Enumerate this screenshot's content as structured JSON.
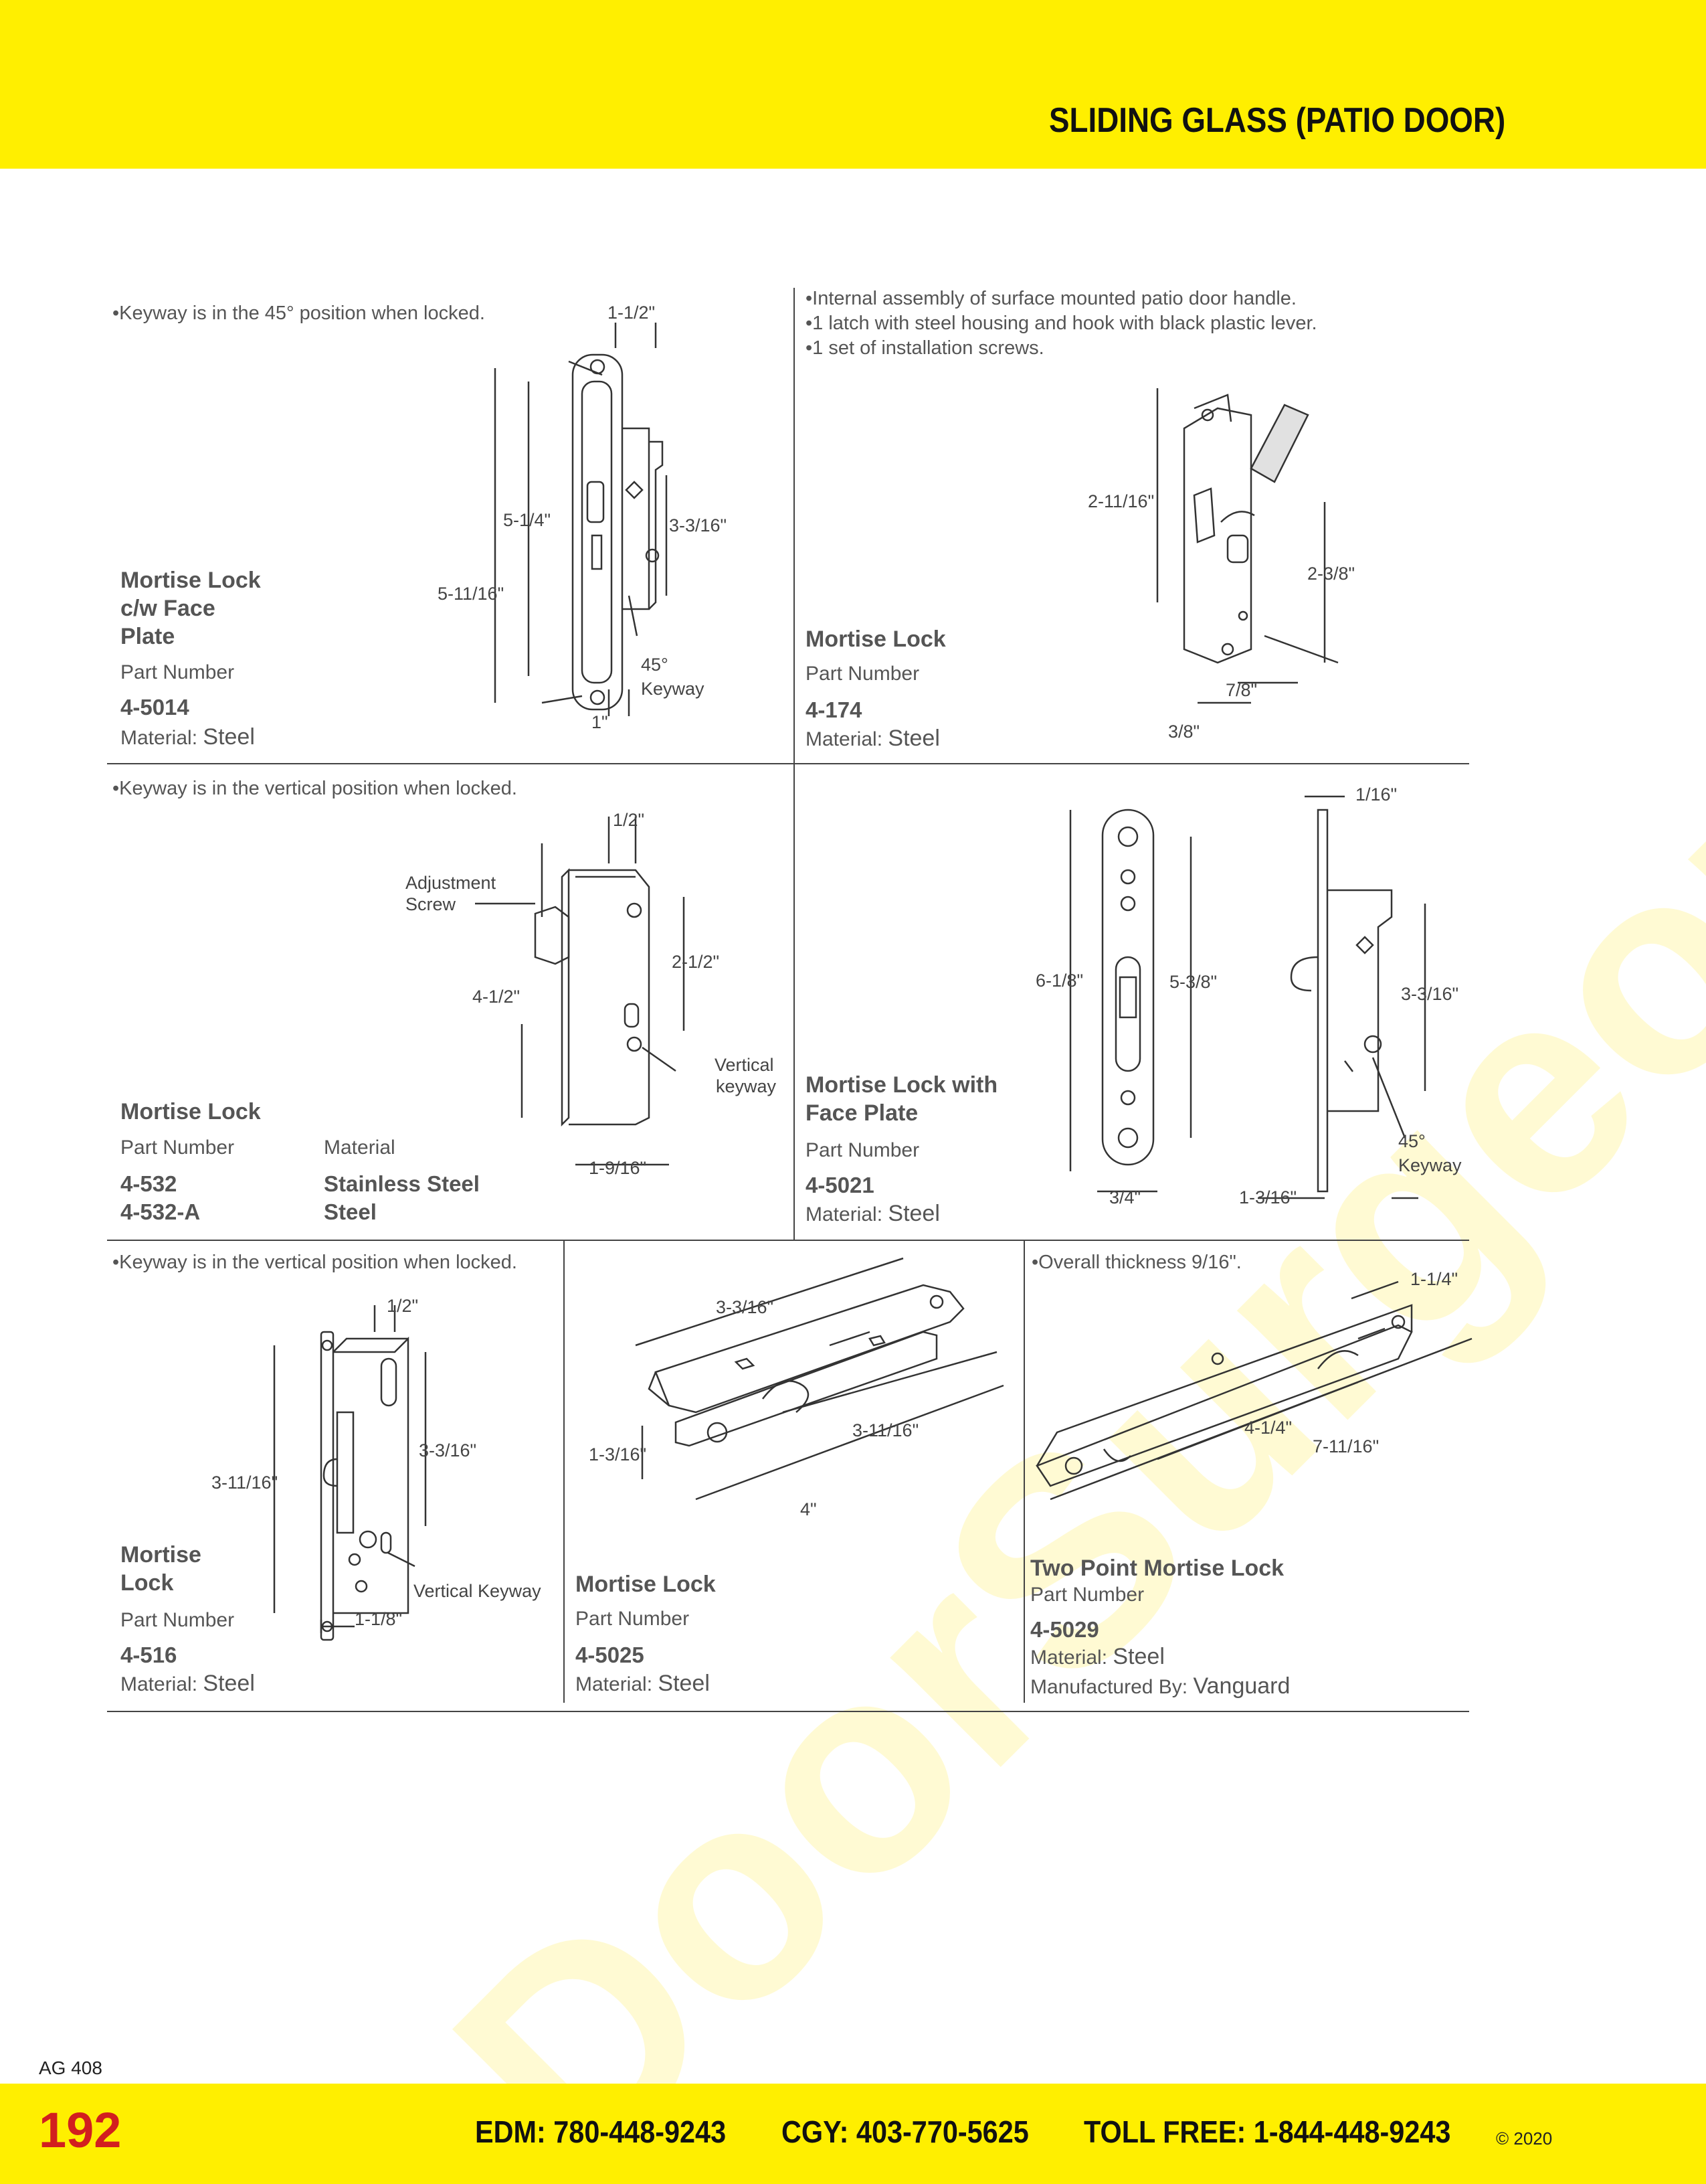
{
  "header": {
    "title": "SLIDING GLASS (PATIO DOOR)"
  },
  "watermark": "DoorSurgeon.com",
  "products": [
    {
      "note": "•Keyway is in the 45° position when locked.",
      "title_lines": [
        "Mortise Lock",
        "c/w Face",
        "Plate"
      ],
      "part_label": "Part Number",
      "part_number": "4-5014",
      "material_label": "Material:",
      "material": "Steel",
      "dims": [
        "1-1/2\"",
        "5-1/4\"",
        "3-3/16\"",
        "5-11/16\"",
        "45°",
        "Keyway",
        "1\""
      ]
    },
    {
      "note_lines": [
        "•Internal assembly of surface mounted patio door handle.",
        "•1 latch with steel housing and hook with black plastic lever.",
        "•1 set of installation screws."
      ],
      "title": "Mortise Lock",
      "part_label": "Part Number",
      "part_number": "4-174",
      "material_label": "Material:",
      "material": "Steel",
      "dims": [
        "2-11/16\"",
        "2-3/8\"",
        "7/8\"",
        "3/8\""
      ]
    },
    {
      "note": "•Keyway is in the vertical position when locked.",
      "title": "Mortise Lock",
      "part_label": "Part Number",
      "material_label": "Material",
      "part_numbers": [
        "4-532",
        "4-532-A"
      ],
      "materials": [
        "Stainless Steel",
        "Steel"
      ],
      "dims": [
        "1/2\"",
        "Adjustment",
        "Screw",
        "2-1/2\"",
        "4-1/2\"",
        "Vertical",
        "keyway",
        "1-9/16\""
      ]
    },
    {
      "title_lines": [
        "Mortise Lock with",
        "Face Plate"
      ],
      "part_label": "Part Number",
      "part_number": "4-5021",
      "material_label": "Material:",
      "material": "Steel",
      "dims": [
        "1/16\"",
        "6-1/8\"",
        "5-3/8\"",
        "3-3/16\"",
        "45°",
        "Keyway",
        "3/4\"",
        "1-3/16\""
      ]
    },
    {
      "note": "•Keyway is in the vertical position when locked.",
      "title_lines": [
        "Mortise",
        "Lock"
      ],
      "part_label": "Part Number",
      "part_number": "4-516",
      "material_label": "Material:",
      "material": "Steel",
      "dims": [
        "1/2\"",
        "3-3/16\"",
        "3-11/16\"",
        "Vertical Keyway",
        "1-1/8\""
      ]
    },
    {
      "title": "Mortise Lock",
      "part_label": "Part Number",
      "part_number": "4-5025",
      "material_label": "Material:",
      "material": "Steel",
      "dims": [
        "3-3/16\"",
        "1-3/16\"",
        "3-11/16\"",
        "4\""
      ]
    },
    {
      "note": "•Overall thickness 9/16\".",
      "title": "Two Point Mortise Lock",
      "part_label": "Part Number",
      "part_number": "4-5029",
      "material_label": "Material:",
      "material": "Steel",
      "manufacturer_label": "Manufactured By:",
      "manufacturer": "Vanguard",
      "dims": [
        "1-1/4\"",
        "4-1/4\"",
        "7-11/16\""
      ]
    }
  ],
  "footer": {
    "catalog_code": "AG 408",
    "page_number": "192",
    "edm": "EDM: 780-448-9243",
    "cgy": "CGY: 403-770-5625",
    "toll_free": "TOLL FREE: 1-844-448-9243",
    "copyright": "© 2020"
  },
  "colors": {
    "brand_yellow": "#ffef00",
    "page_number_red": "#d21f1f",
    "text_gray": "#555555"
  }
}
